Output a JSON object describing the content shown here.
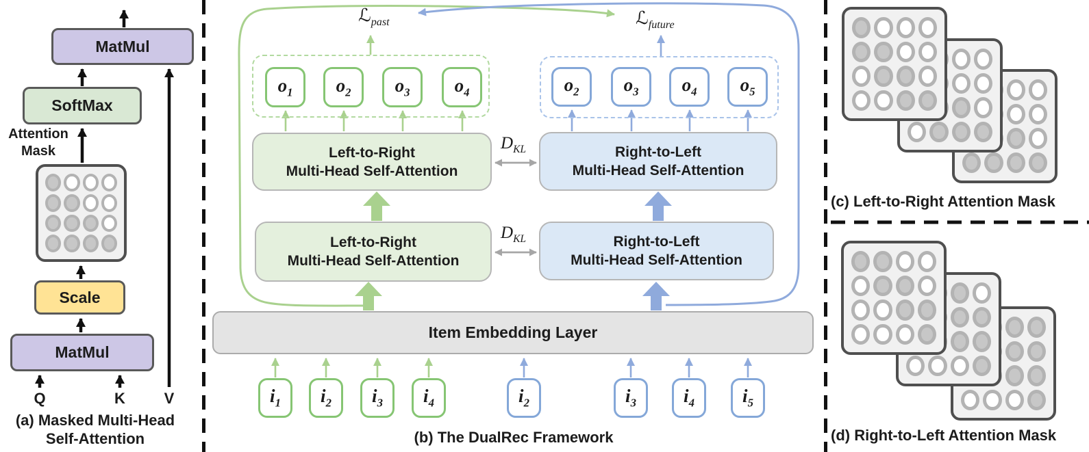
{
  "colors": {
    "accent_green": "#a9d18e",
    "accent_blue": "#8faadc",
    "box_purple": "#cdc7e6",
    "box_softmax": "#d9e8d4",
    "box_scale": "#ffe395",
    "box_attn_green": "#e4f0dd",
    "box_attn_blue": "#dbe8f6",
    "box_embed": "#e4e4e4",
    "node_green": "#86c573",
    "node_blue": "#84a7d8",
    "mask_fill": "#c7c7c7",
    "mask_ring": "#b3b3b3",
    "card_bg": "#f1f1f1",
    "card_border": "#4f4f4f",
    "dkl_gray": "#a6a6a6",
    "border_dark": "#595959"
  },
  "panel_a": {
    "caption_line1": "(a) Masked Multi-Head",
    "caption_line2": "Self-Attention",
    "matmul_top": "MatMul",
    "softmax": "SoftMax",
    "scale": "Scale",
    "matmul_bottom": "MatMul",
    "attention_mask_label_line1": "Attention",
    "attention_mask_label_line2": "Mask",
    "q": "Q",
    "k": "K",
    "v": "V"
  },
  "panel_b": {
    "caption": "(b) The DualRec Framework",
    "loss_past": {
      "base": "ℒ",
      "sub": "past"
    },
    "loss_future": {
      "base": "ℒ",
      "sub": "future"
    },
    "dkl": {
      "base": "D",
      "sub": "KL"
    },
    "l2r_attention": [
      "Left-to-Right",
      "Multi-Head Self-Attention"
    ],
    "r2l_attention": [
      "Right-to-Left",
      "Multi-Head Self-Attention"
    ],
    "embedding": "Item Embedding Layer",
    "left_outputs": [
      {
        "base": "o",
        "sub": "1"
      },
      {
        "base": "o",
        "sub": "2"
      },
      {
        "base": "o",
        "sub": "3"
      },
      {
        "base": "o",
        "sub": "4"
      }
    ],
    "right_outputs": [
      {
        "base": "o",
        "sub": "2"
      },
      {
        "base": "o",
        "sub": "3"
      },
      {
        "base": "o",
        "sub": "4"
      },
      {
        "base": "o",
        "sub": "5"
      }
    ],
    "left_inputs": [
      {
        "base": "i",
        "sub": "1"
      },
      {
        "base": "i",
        "sub": "2"
      },
      {
        "base": "i",
        "sub": "3"
      },
      {
        "base": "i",
        "sub": "4"
      }
    ],
    "right_inputs": [
      {
        "base": "i",
        "sub": "2"
      },
      {
        "base": "i",
        "sub": "3"
      },
      {
        "base": "i",
        "sub": "4"
      },
      {
        "base": "i",
        "sub": "5"
      }
    ]
  },
  "panel_c": {
    "caption": "(c) Left-to-Right Attention Mask"
  },
  "panel_d": {
    "caption": "(d) Right-to-Left Attention Mask"
  },
  "masks": {
    "panel_a": [
      [
        1,
        0,
        0,
        0
      ],
      [
        1,
        1,
        0,
        0
      ],
      [
        1,
        1,
        1,
        0
      ],
      [
        1,
        1,
        1,
        1
      ]
    ],
    "panel_c_cards": [
      {
        "grid": [
          [
            1,
            0,
            0,
            0
          ],
          [
            1,
            1,
            0,
            0
          ],
          [
            1,
            1,
            1,
            0
          ],
          [
            1,
            1,
            1,
            1
          ]
        ]
      },
      {
        "grid": [
          [
            1,
            0,
            0,
            0
          ],
          [
            1,
            1,
            0,
            0
          ],
          [
            1,
            1,
            1,
            0
          ],
          [
            0,
            1,
            1,
            1
          ]
        ]
      },
      {
        "grid": [
          [
            1,
            0,
            0,
            0
          ],
          [
            1,
            1,
            0,
            0
          ],
          [
            0,
            1,
            1,
            0
          ],
          [
            0,
            0,
            1,
            1
          ]
        ]
      }
    ],
    "panel_d_cards": [
      {
        "grid": [
          [
            1,
            1,
            1,
            1
          ],
          [
            0,
            1,
            1,
            1
          ],
          [
            0,
            0,
            1,
            1
          ],
          [
            0,
            0,
            0,
            1
          ]
        ]
      },
      {
        "grid": [
          [
            1,
            1,
            1,
            0
          ],
          [
            0,
            1,
            1,
            1
          ],
          [
            0,
            0,
            1,
            1
          ],
          [
            0,
            0,
            0,
            1
          ]
        ]
      },
      {
        "grid": [
          [
            1,
            1,
            0,
            0
          ],
          [
            0,
            1,
            1,
            0
          ],
          [
            0,
            0,
            1,
            1
          ],
          [
            0,
            0,
            0,
            1
          ]
        ]
      }
    ]
  }
}
